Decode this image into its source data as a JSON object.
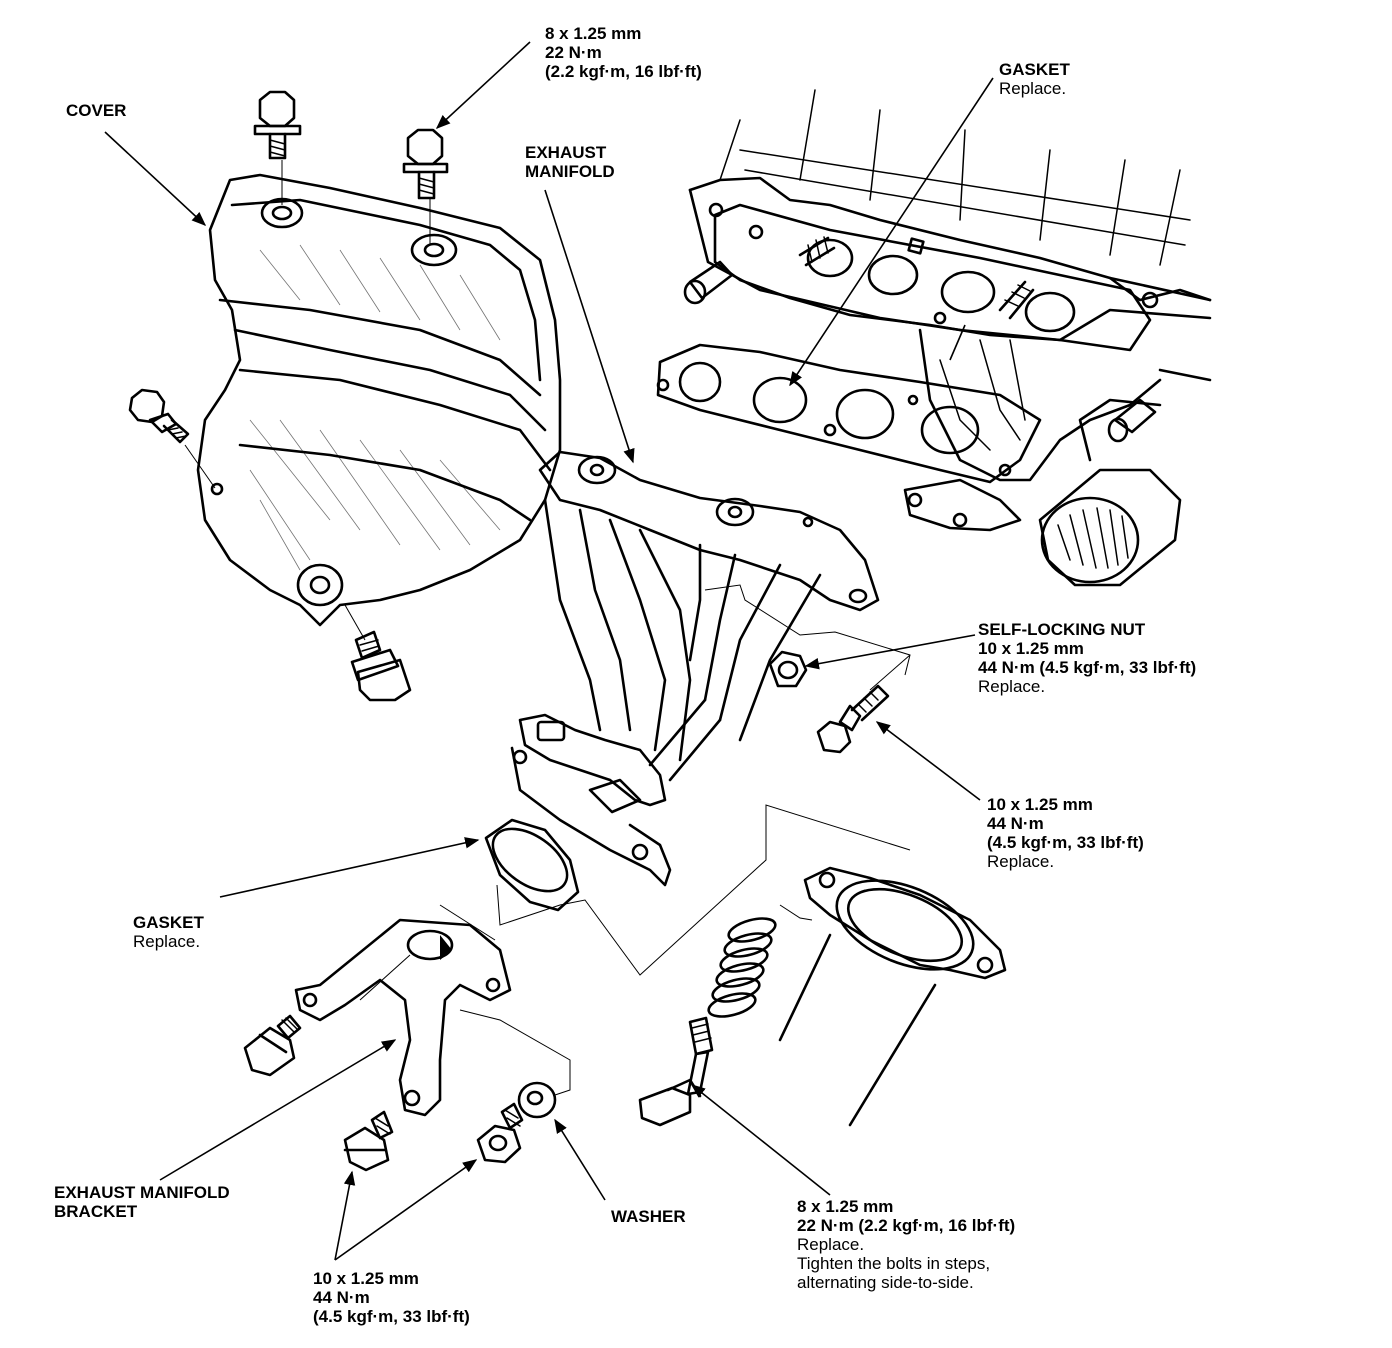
{
  "labels": {
    "cover": {
      "title": "COVER"
    },
    "top_bolt": {
      "line1": "8 x 1.25 mm",
      "line2": "22 N·m",
      "line3": "(2.2 kgf·m,  16 lbf·ft)"
    },
    "gasket_top": {
      "title": "GASKET",
      "note": "Replace."
    },
    "exhaust_manifold": {
      "line1": "EXHAUST",
      "line2": "MANIFOLD"
    },
    "self_locking_nut": {
      "title": "SELF-LOCKING NUT",
      "line1": "10 x 1.25 mm",
      "line2": "44 N·m (4.5 kgf·m,  33 lbf·ft)",
      "note": "Replace."
    },
    "right_bolt": {
      "line1": "10 x 1.25 mm",
      "line2": "44 N·m",
      "line3": "(4.5 kgf·m,  33 lbf·ft)",
      "note": "Replace."
    },
    "gasket_bottom": {
      "title": "GASKET",
      "note": "Replace."
    },
    "bracket": {
      "line1": "EXHAUST MANIFOLD",
      "line2": "BRACKET"
    },
    "washer": {
      "title": "WASHER"
    },
    "bracket_bolts": {
      "line1": "10 x 1.25 mm",
      "line2": "44 N·m",
      "line3": "(4.5 kgf·m,  33 lbf·ft)"
    },
    "flange_bolt": {
      "line1": "8 x 1.25 mm",
      "line2": "22 N·m (2.2 kgf·m,  16 lbf·ft)",
      "note1": "Replace.",
      "note2": "Tighten the bolts in steps,",
      "note3": "alternating side-to-side."
    }
  }
}
